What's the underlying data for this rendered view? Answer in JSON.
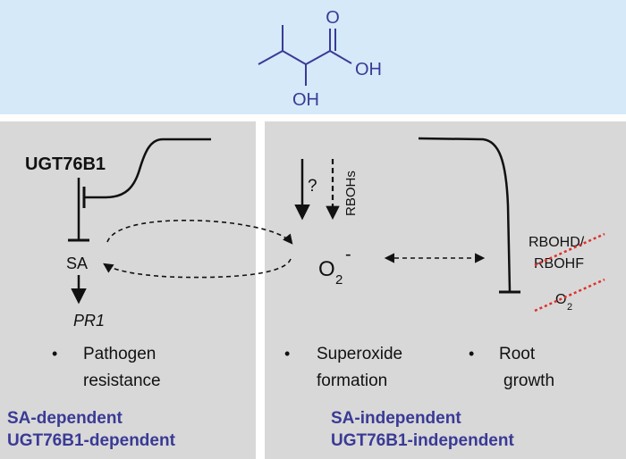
{
  "molecule": {
    "oh_right": "OH",
    "oh_bottom": "OH",
    "o_top": "O"
  },
  "left": {
    "ugt": "UGT76B1",
    "sa": "SA",
    "pr1": "PR1",
    "bullet": "•",
    "outcome_line1": "Pathogen",
    "outcome_line2": "resistance",
    "footer_line1": "SA-dependent",
    "footer_line2": "UGT76B1-dependent"
  },
  "right": {
    "question": "?",
    "rbohs": "RBOHs",
    "o2_main": "O",
    "o2_sub": "2",
    "o2_sup": "-",
    "rbohd": "RBOHD/",
    "rbohf": "RBOHF",
    "o2_crossed": "O",
    "o2_crossed_sub": "2",
    "bullet1": "•",
    "superoxide_line1": "Superoxide",
    "superoxide_line2": "formation",
    "bullet2": "•",
    "root_line1": "Root",
    "root_line2": "growth",
    "footer_line1": "SA-independent",
    "footer_line2": "UGT76B1-independent"
  },
  "colors": {
    "top_bg": "#d5e9f8",
    "panel_bg": "#d8d8d8",
    "molecule": "#3a3a96",
    "footer": "#3a3a96",
    "cross": "#e0302a"
  }
}
